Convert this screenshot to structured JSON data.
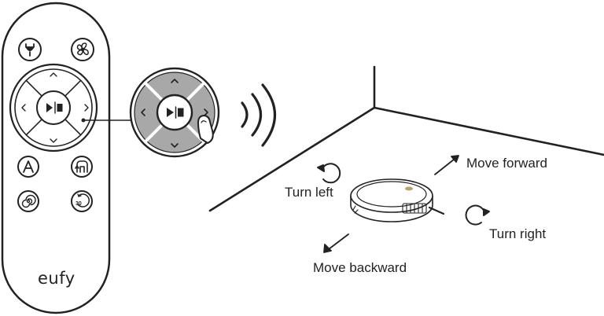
{
  "remote": {
    "brand": "eufy",
    "buttons": {
      "power_icon": "power-plug-icon",
      "suction_icon": "fan-icon",
      "auto_icon": "auto-clean-icon",
      "return_home_icon": "return-home-icon",
      "spot_icon": "spot-clean-icon",
      "edge_icon": "edge-clean-30-icon",
      "edge_badge": "30",
      "play_pause_icon": "play-pause-icon"
    }
  },
  "labels": {
    "move_forward": "Move forward",
    "turn_left": "Turn left",
    "turn_right": "Turn right",
    "move_backward": "Move backward"
  },
  "colors": {
    "ink": "#222222",
    "dpad_active_fill": "#a8a8a8",
    "robot_accent": "#b8a070"
  }
}
